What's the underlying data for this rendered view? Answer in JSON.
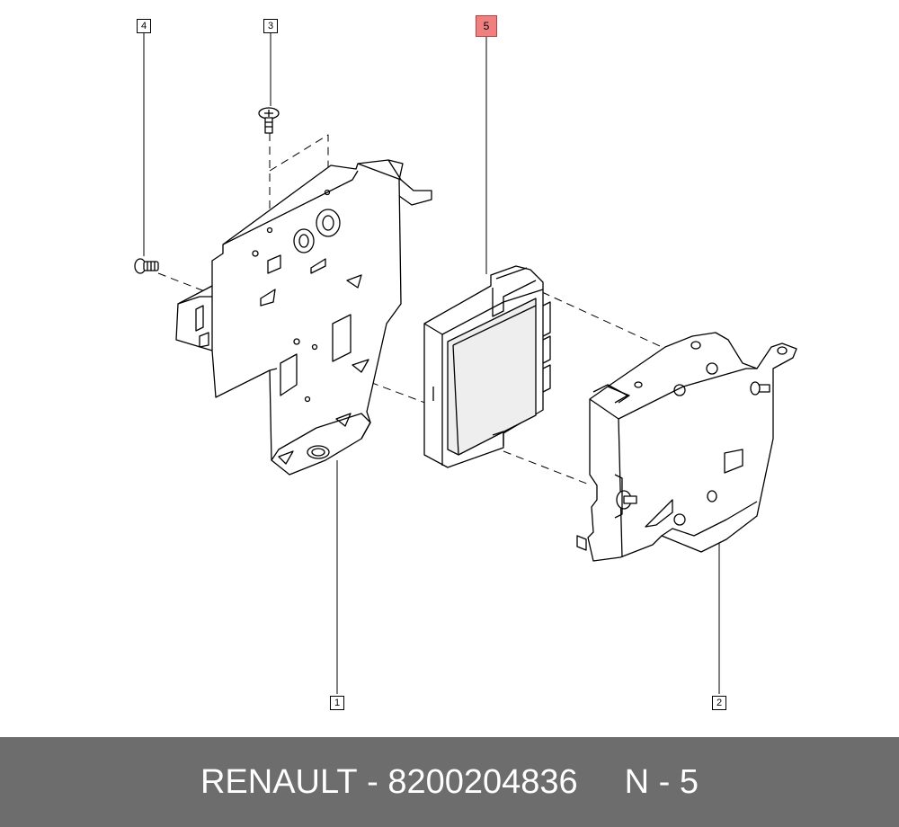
{
  "diagram": {
    "callouts": [
      {
        "label": "4",
        "highlighted": false
      },
      {
        "label": "3",
        "highlighted": false
      },
      {
        "label": "5",
        "highlighted": true
      },
      {
        "label": "1",
        "highlighted": false
      },
      {
        "label": "2",
        "highlighted": false
      }
    ]
  },
  "footer": {
    "brand": "RENAULT",
    "separator": " - ",
    "part_number": "8200204836",
    "ref_prefix": "N - ",
    "ref_number": "5"
  },
  "colors": {
    "footer_bg": "#6d6d6d",
    "highlight": "#f08080",
    "line": "#000000"
  }
}
